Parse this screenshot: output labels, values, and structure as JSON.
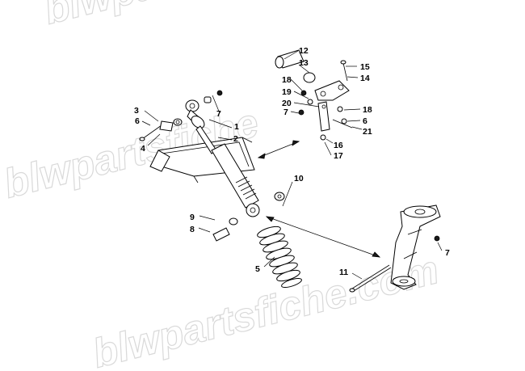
{
  "watermark": {
    "lines": [
      "blwpartsfiche.com",
      "blwpartsfiche",
      "blwpartsfiche.com"
    ]
  },
  "callouts": {
    "c1": "1",
    "c2": "2",
    "c3": "3",
    "c4": "4",
    "c5": "5",
    "c6a": "6",
    "c6b": "6",
    "c7a": "7",
    "c7b": "7",
    "c7c": "7",
    "c8": "8",
    "c9": "9",
    "c10": "10",
    "c11": "11",
    "c12": "12",
    "c13": "13",
    "c14": "14",
    "c15": "15",
    "c16": "16",
    "c17": "17",
    "c18a": "18",
    "c18b": "18",
    "c19": "19",
    "c20": "20",
    "c21": "21"
  }
}
